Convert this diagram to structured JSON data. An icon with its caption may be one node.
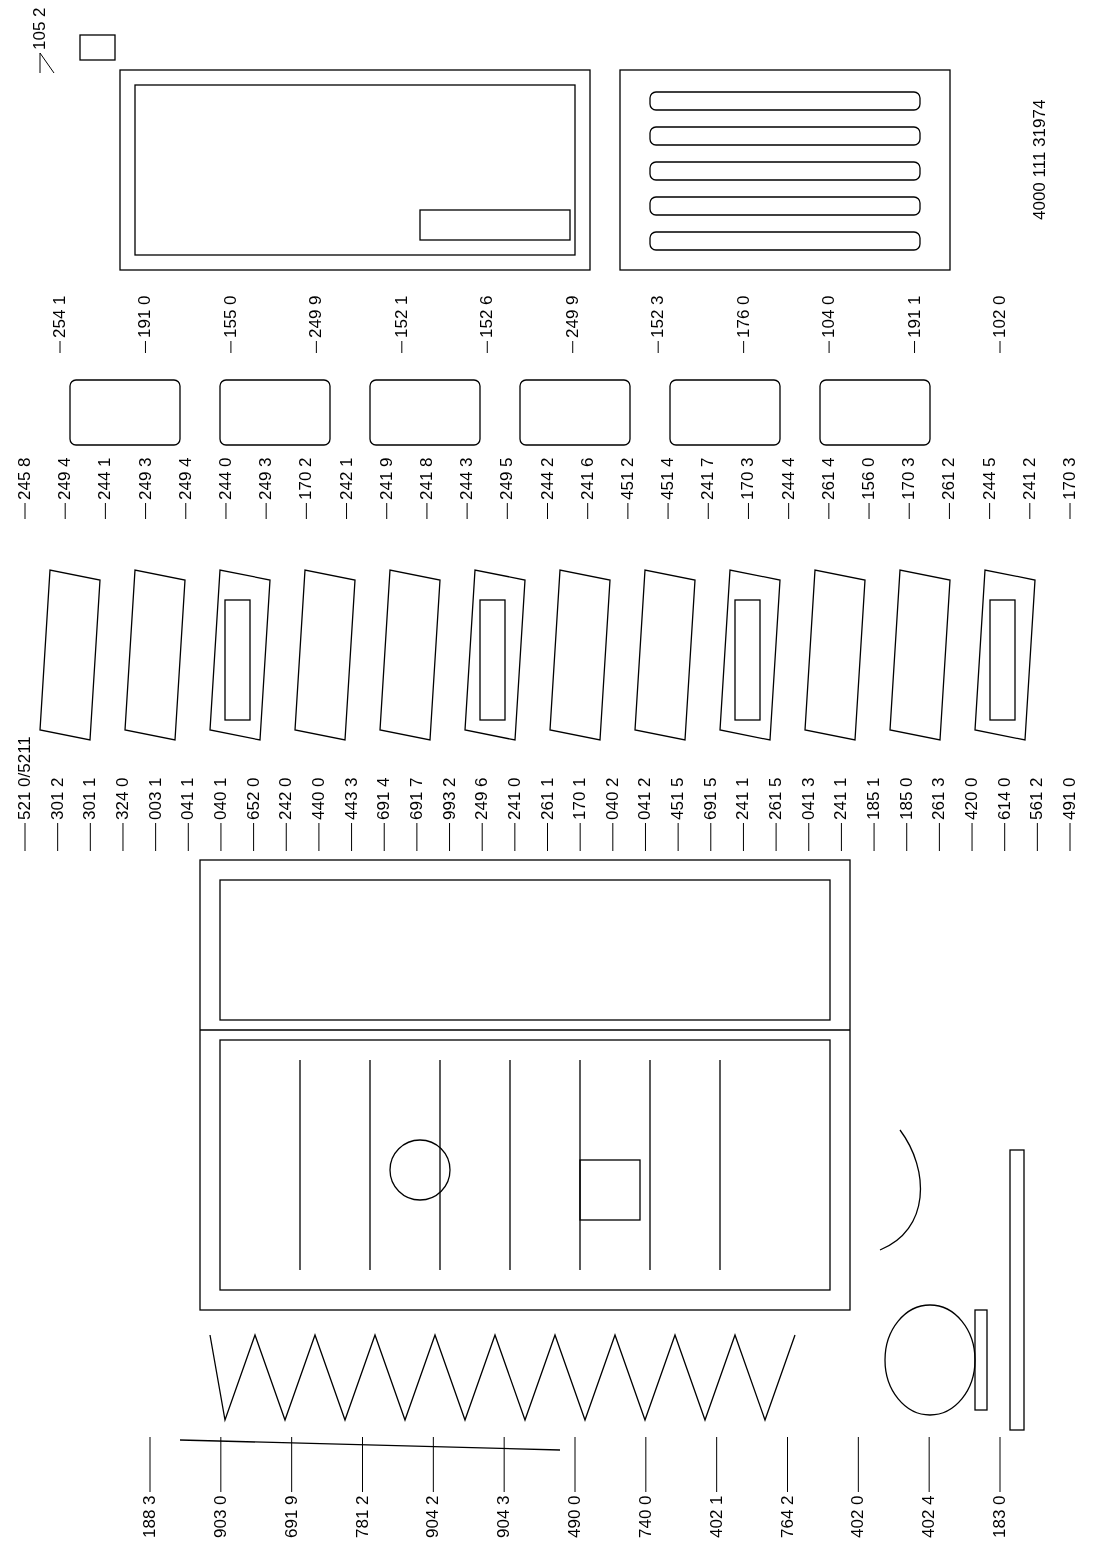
{
  "diagram": {
    "nodes": [
      {
        "text": [
          "188 3"
        ]
      },
      {
        "text": [
          "903 0"
        ]
      },
      {
        "text": [
          "691 9"
        ]
      },
      {
        "text": [
          "781 2"
        ]
      },
      {
        "text": [
          "904 2"
        ]
      },
      {
        "text": [
          "904 3"
        ]
      },
      {
        "text": [
          "490 0"
        ]
      },
      {
        "text": [
          "740 0"
        ]
      },
      {
        "text": [
          "402 1"
        ]
      },
      {
        "text": [
          "764 2"
        ]
      },
      {
        "text": [
          "402 0"
        ]
      },
      {
        "text": [
          "402 4"
        ]
      },
      {
        "text": [
          "183 0"
        ]
      },
      {
        "text": [
          "521 0/5211"
        ]
      },
      {
        "text": [
          "301 2"
        ]
      },
      {
        "text": [
          "301 1"
        ]
      },
      {
        "text": [
          "324 0"
        ]
      },
      {
        "text": [
          "003 1"
        ]
      },
      {
        "text": [
          "041 1"
        ]
      },
      {
        "text": [
          "040 1"
        ]
      },
      {
        "text": [
          "652 0"
        ]
      },
      {
        "text": [
          "242 0"
        ]
      },
      {
        "text": [
          "440 0"
        ]
      },
      {
        "text": [
          "443 3"
        ]
      },
      {
        "text": [
          "691 4"
        ]
      },
      {
        "text": [
          "691 7"
        ]
      },
      {
        "text": [
          "993 2"
        ]
      },
      {
        "text": [
          "249 6"
        ]
      },
      {
        "text": [
          "241 0"
        ]
      },
      {
        "text": [
          "261 1"
        ]
      },
      {
        "text": [
          "170 1"
        ]
      },
      {
        "text": [
          "040 2"
        ]
      },
      {
        "text": [
          "041 2"
        ]
      },
      {
        "text": [
          "451 5"
        ]
      },
      {
        "text": [
          "691 5"
        ]
      },
      {
        "text": [
          "241 1"
        ]
      },
      {
        "text": [
          "261 5"
        ]
      },
      {
        "text": [
          "041 3"
        ]
      },
      {
        "text": [
          "241 1"
        ]
      },
      {
        "text": [
          "185 1"
        ]
      },
      {
        "text": [
          "185 0"
        ]
      },
      {
        "text": [
          "261 3"
        ]
      },
      {
        "text": [
          "420 0"
        ]
      },
      {
        "text": [
          "614 0"
        ]
      },
      {
        "text": [
          "561 2"
        ]
      },
      {
        "text": [
          "491 0"
        ]
      },
      {
        "text": [
          "245 8"
        ]
      },
      {
        "text": [
          "249 4"
        ]
      },
      {
        "text": [
          "244 1"
        ]
      },
      {
        "text": [
          "249 3"
        ]
      },
      {
        "text": [
          "249 4"
        ]
      },
      {
        "text": [
          "244 0"
        ]
      },
      {
        "text": [
          "249 3"
        ]
      },
      {
        "text": [
          "170 2"
        ]
      },
      {
        "text": [
          "242 1"
        ]
      },
      {
        "text": [
          "241 9"
        ]
      },
      {
        "text": [
          "241 8"
        ]
      },
      {
        "text": [
          "244 3"
        ]
      },
      {
        "text": [
          "249 5"
        ]
      },
      {
        "text": [
          "244 2"
        ]
      },
      {
        "text": [
          "241 6"
        ]
      },
      {
        "text": [
          "451 2"
        ]
      },
      {
        "text": [
          "451 4"
        ]
      },
      {
        "text": [
          "241 7"
        ]
      },
      {
        "text": [
          "170 3"
        ]
      },
      {
        "text": [
          "244 4"
        ]
      },
      {
        "text": [
          "261 4"
        ]
      },
      {
        "text": [
          "156 0"
        ]
      },
      {
        "text": [
          "170 3"
        ]
      },
      {
        "text": [
          "261 2"
        ]
      },
      {
        "text": [
          "244 5"
        ]
      },
      {
        "text": [
          "241 2"
        ]
      },
      {
        "text": [
          "170 3"
        ]
      },
      {
        "text": [
          "254 1"
        ]
      },
      {
        "text": [
          "191 0"
        ]
      },
      {
        "text": [
          "155 0"
        ]
      },
      {
        "text": [
          "249 9"
        ]
      },
      {
        "text": [
          "152 1"
        ]
      },
      {
        "text": [
          "152 6"
        ]
      },
      {
        "text": [
          "249 9"
        ]
      },
      {
        "text": [
          "152 3"
        ]
      },
      {
        "text": [
          "176 0"
        ]
      },
      {
        "text": [
          "104 0"
        ]
      },
      {
        "text": [
          "191 1"
        ]
      },
      {
        "text": [
          "102 0"
        ]
      },
      {
        "text": [
          "105 2"
        ]
      }
    ],
    "edges": [
      {
        "from": 0,
        "to": null,
        "arrow": "none"
      },
      {
        "from": 1,
        "to": null,
        "arrow": "none"
      },
      {
        "from": 2,
        "to": null,
        "arrow": "none"
      },
      {
        "from": 3,
        "to": null,
        "arrow": "none"
      },
      {
        "from": 4,
        "to": null,
        "arrow": "none"
      },
      {
        "from": 5,
        "to": null,
        "arrow": "none"
      },
      {
        "from": 6,
        "to": null,
        "arrow": "none"
      },
      {
        "from": 7,
        "to": null,
        "arrow": "none"
      },
      {
        "from": 8,
        "to": null,
        "arrow": "none"
      },
      {
        "from": 9,
        "to": null,
        "arrow": "none"
      },
      {
        "from": 10,
        "to": null,
        "arrow": "none"
      },
      {
        "from": 11,
        "to": null,
        "arrow": "none"
      },
      {
        "from": 12,
        "to": null,
        "arrow": "none"
      },
      {
        "from": 13,
        "to": null,
        "arrow": "none"
      },
      {
        "from": 14,
        "to": null,
        "arrow": "none"
      },
      {
        "from": 15,
        "to": null,
        "arrow": "none"
      },
      {
        "from": 16,
        "to": null,
        "arrow": "none"
      },
      {
        "from": 17,
        "to": null,
        "arrow": "none"
      },
      {
        "from": 18,
        "to": null,
        "arrow": "none"
      },
      {
        "from": 19,
        "to": null,
        "arrow": "none"
      },
      {
        "from": 20,
        "to": null,
        "arrow": "none"
      },
      {
        "from": 21,
        "to": null,
        "arrow": "none"
      },
      {
        "from": 22,
        "to": null,
        "arrow": "none"
      },
      {
        "from": 23,
        "to": null,
        "arrow": "none"
      },
      {
        "from": 24,
        "to": null,
        "arrow": "none"
      },
      {
        "from": 25,
        "to": null,
        "arrow": "none"
      },
      {
        "from": 26,
        "to": null,
        "arrow": "none"
      },
      {
        "from": 27,
        "to": null,
        "arrow": "none"
      },
      {
        "from": 28,
        "to": null,
        "arrow": "none"
      },
      {
        "from": 29,
        "to": null,
        "arrow": "none"
      },
      {
        "from": 30,
        "to": null,
        "arrow": "none"
      },
      {
        "from": 31,
        "to": null,
        "arrow": "none"
      },
      {
        "from": 32,
        "to": null,
        "arrow": "none"
      },
      {
        "from": 33,
        "to": null,
        "arrow": "none"
      },
      {
        "from": 34,
        "to": null,
        "arrow": "none"
      },
      {
        "from": 35,
        "to": null,
        "arrow": "none"
      },
      {
        "from": 36,
        "to": null,
        "arrow": "none"
      },
      {
        "from": 37,
        "to": null,
        "arrow": "none"
      },
      {
        "from": 38,
        "to": null,
        "arrow": "none"
      },
      {
        "from": 39,
        "to": null,
        "arrow": "none"
      },
      {
        "from": 40,
        "to": null,
        "arrow": "none"
      },
      {
        "from": 41,
        "to": null,
        "arrow": "none"
      },
      {
        "from": 42,
        "to": null,
        "arrow": "none"
      },
      {
        "from": 43,
        "to": null,
        "arrow": "none"
      },
      {
        "from": 44,
        "to": null,
        "arrow": "none"
      },
      {
        "from": 45,
        "to": null,
        "arrow": "none"
      },
      {
        "from": 46,
        "to": null,
        "arrow": "none"
      },
      {
        "from": 47,
        "to": null,
        "arrow": "none"
      },
      {
        "from": 48,
        "to": null,
        "arrow": "none"
      },
      {
        "from": 49,
        "to": null,
        "arrow": "none"
      },
      {
        "from": 50,
        "to": null,
        "arrow": "none"
      },
      {
        "from": 51,
        "to": null,
        "arrow": "none"
      },
      {
        "from": 52,
        "to": null,
        "arrow": "none"
      },
      {
        "from": 53,
        "to": null,
        "arrow": "none"
      },
      {
        "from": 54,
        "to": null,
        "arrow": "none"
      },
      {
        "from": 55,
        "to": null,
        "arrow": "none"
      },
      {
        "from": 56,
        "to": null,
        "arrow": "none"
      },
      {
        "from": 57,
        "to": null,
        "arrow": "none"
      },
      {
        "from": 58,
        "to": null,
        "arrow": "none"
      },
      {
        "from": 59,
        "to": null,
        "arrow": "none"
      },
      {
        "from": 60,
        "to": null,
        "arrow": "none"
      },
      {
        "from": 61,
        "to": null,
        "arrow": "none"
      },
      {
        "from": 62,
        "to": null,
        "arrow": "none"
      },
      {
        "from": 63,
        "to": null,
        "arrow": "none"
      },
      {
        "from": 64,
        "to": null,
        "arrow": "none"
      },
      {
        "from": 65,
        "to": null,
        "arrow": "none"
      },
      {
        "from": 66,
        "to": null,
        "arrow": "none"
      },
      {
        "from": 67,
        "to": null,
        "arrow": "none"
      },
      {
        "from": 68,
        "to": null,
        "arrow": "none"
      },
      {
        "from": 69,
        "to": null,
        "arrow": "none"
      },
      {
        "from": 70,
        "to": null,
        "arrow": "none"
      },
      {
        "from": 71,
        "to": null,
        "arrow": "none"
      },
      {
        "from": 72,
        "to": null,
        "arrow": "none"
      },
      {
        "from": 73,
        "to": null,
        "arrow": "none"
      },
      {
        "from": 74,
        "to": null,
        "arrow": "none"
      },
      {
        "from": 75,
        "to": null,
        "arrow": "none"
      },
      {
        "from": 76,
        "to": null,
        "arrow": "none"
      },
      {
        "from": 77,
        "to": null,
        "arrow": "none"
      },
      {
        "from": 78,
        "to": null,
        "arrow": "none"
      },
      {
        "from": 79,
        "to": null,
        "arrow": "none"
      },
      {
        "from": 80,
        "to": null,
        "arrow": "none"
      },
      {
        "from": 81,
        "to": null,
        "arrow": "none"
      },
      {
        "from": 82,
        "to": null,
        "arrow": "none"
      },
      {
        "from": 83,
        "to": null,
        "arrow": "none"
      },
      {
        "from": 84,
        "to": null,
        "arrow": "none"
      },
      {
        "from": 85,
        "to": null,
        "arrow": "none"
      },
      {
        "from": 85,
        "to": null,
        "arrow": "none"
      }
    ],
    "labels": [
      "4000 111 31974"
    ]
  }
}
